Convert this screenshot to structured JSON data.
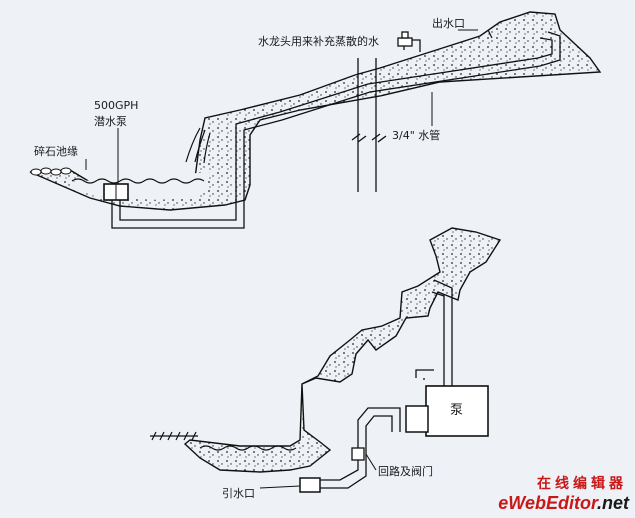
{
  "labels": {
    "faucet_note": "水龙头用来补充蒸散的水",
    "outlet": "出水口",
    "pump_rating": "500GPH",
    "submersible_pump": "潜水泵",
    "gravel_edge": "碎石池缘",
    "pipe_size": "3/4\"  水管",
    "pump": "泵",
    "return_valve": "回路及阀门",
    "intake": "引水口"
  },
  "watermark": {
    "cn": "在线编辑器",
    "en_prefix": "eWebEditor",
    "en_suffix": ".net"
  },
  "colors": {
    "background": "#eef2f7",
    "ink": "#1a1a1a",
    "watermark": "#c81818"
  }
}
